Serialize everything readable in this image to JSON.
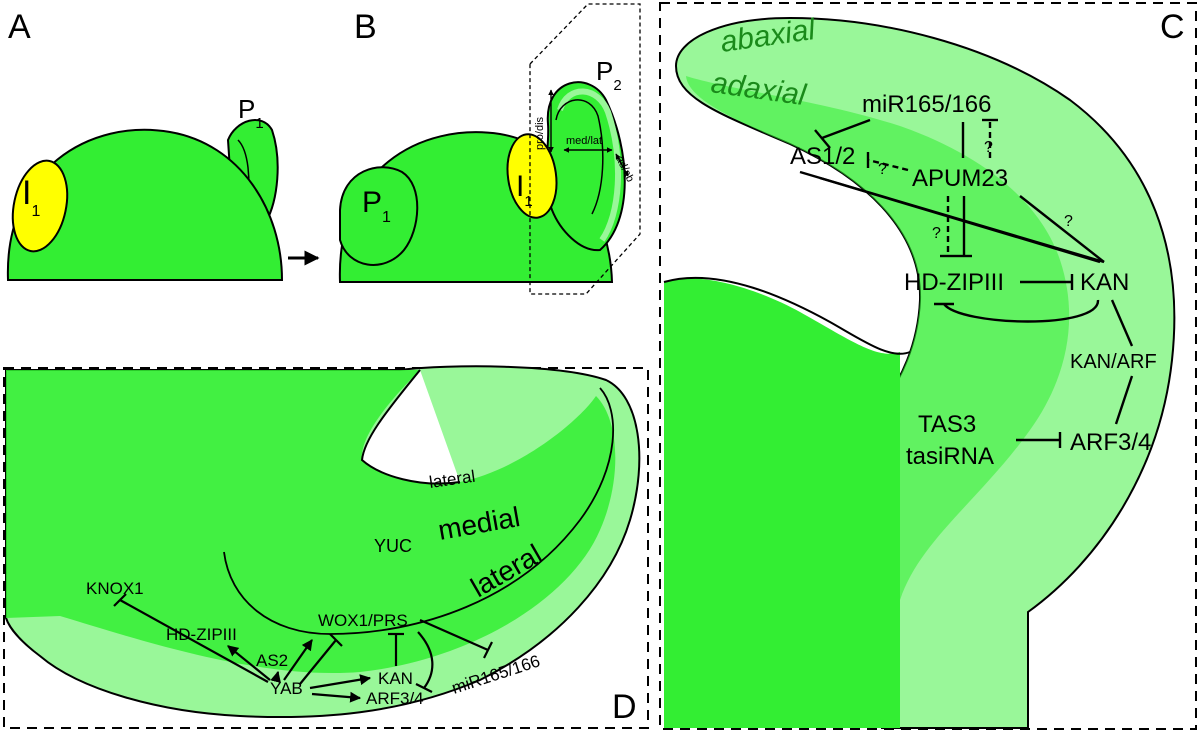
{
  "colors": {
    "green": "#33ee33",
    "light_green": "#99f799",
    "yellow": "#ffff00",
    "line": "#000000"
  },
  "panels": {
    "a": {
      "letter": "A",
      "primordium": "P",
      "primordium_sub": "1",
      "incipient": "I",
      "incipient_sub": "1"
    },
    "b": {
      "letter": "B",
      "p1": "P",
      "p1_sub": "1",
      "p2": "P",
      "p2_sub": "2",
      "incipient": "I",
      "incipient_sub": "1",
      "axis_prodis": "pro/dis",
      "axis_medlat": "med/lat",
      "axis_adab": "ad/ab"
    },
    "c": {
      "letter": "C",
      "abaxial": "abaxial",
      "adaxial": "adaxial",
      "mir": "miR165/166",
      "as": "AS1/2",
      "apum": "APUM23",
      "hdzip": "HD-ZIPIII",
      "kan": "KAN",
      "kanarf": "KAN/ARF",
      "tas3": "TAS3",
      "tasirna": "tasiRNA",
      "arf": "ARF3/4",
      "q": "?"
    },
    "d": {
      "letter": "D",
      "lateral_top": "lateral",
      "medial": "medial",
      "lateral": "lateral",
      "yuc": "YUC",
      "knox": "KNOX1",
      "hdzip": "HD-ZIPIII",
      "as2": "AS2",
      "wox": "WOX1/PRS",
      "mir": "miR165/166",
      "kan": "KAN",
      "arf": "ARF3/4",
      "yab": "YAB"
    }
  }
}
